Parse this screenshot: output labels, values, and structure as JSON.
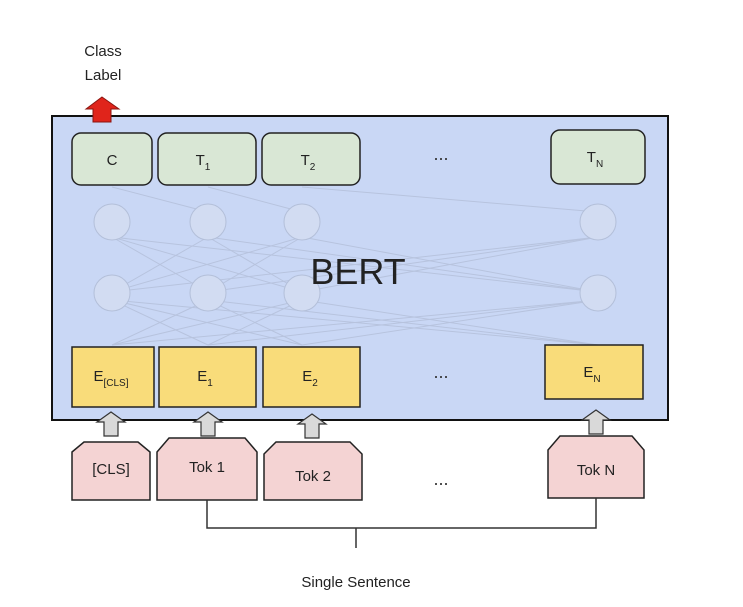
{
  "output_label": [
    "Class",
    "Label"
  ],
  "model": {
    "title": "BERT"
  },
  "outputs": [
    {
      "base": "C",
      "sub": ""
    },
    {
      "base": "T",
      "sub": "1"
    },
    {
      "base": "T",
      "sub": "2"
    },
    {
      "base": "...",
      "sub": ""
    },
    {
      "base": "T",
      "sub": "N"
    }
  ],
  "embeddings": [
    {
      "base": "E",
      "sub": "[CLS]"
    },
    {
      "base": "E",
      "sub": "1"
    },
    {
      "base": "E",
      "sub": "2"
    },
    {
      "base": "...",
      "sub": ""
    },
    {
      "base": "E",
      "sub": "N"
    }
  ],
  "tokens": [
    "[CLS]",
    "Tok 1",
    "Tok 2",
    "...",
    "Tok N"
  ],
  "input_label": "Single Sentence",
  "colors": {
    "model_fill": "#c9d7f5",
    "output_fill": "#d9e7d5",
    "embedding_fill": "#f9dc7a",
    "token_fill": "#f4d3d3",
    "arrow_red": "#e0241b",
    "arrow_gray": "#d9d9d9"
  }
}
